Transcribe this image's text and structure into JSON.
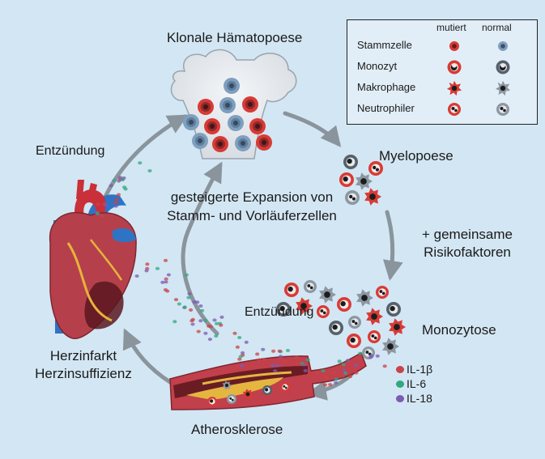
{
  "labels": {
    "klonale": "Klonale Hämatopoese",
    "entz_top": "Entzündung",
    "expansion_l1": "gesteigerte Expansion von",
    "expansion_l2": "Stamm- und Vorläuferzellen",
    "myelopoese": "Myelopoese",
    "risk_l1": "+ gemeinsame",
    "risk_l2": "Risikofaktoren",
    "entz_mid": "Entzündung",
    "monozytose": "Monozytose",
    "herz_l1": "Herzinfarkt",
    "herz_l2": "Herzinsuffizienz",
    "athero": "Atherosklerose"
  },
  "legend": {
    "col_mutated": "mutiert",
    "col_normal": "normal",
    "rows": [
      {
        "name": "Stammzelle",
        "icon": "stem-cell"
      },
      {
        "name": "Monozyt",
        "icon": "monocyte"
      },
      {
        "name": "Makrophage",
        "icon": "macrophage"
      },
      {
        "name": "Neutrophiler",
        "icon": "neutrophil"
      }
    ]
  },
  "cytokines": [
    {
      "name": "IL-1β",
      "color": "#c8434a"
    },
    {
      "name": "IL-6",
      "color": "#2fa97f"
    },
    {
      "name": "IL-18",
      "color": "#7b5bb4"
    }
  ],
  "colors": {
    "background": "#d3e6f3",
    "mutated": "#d93a35",
    "normal": "#7f9fbe",
    "bone": "#e9edf1",
    "arrow": "#8a949c"
  }
}
